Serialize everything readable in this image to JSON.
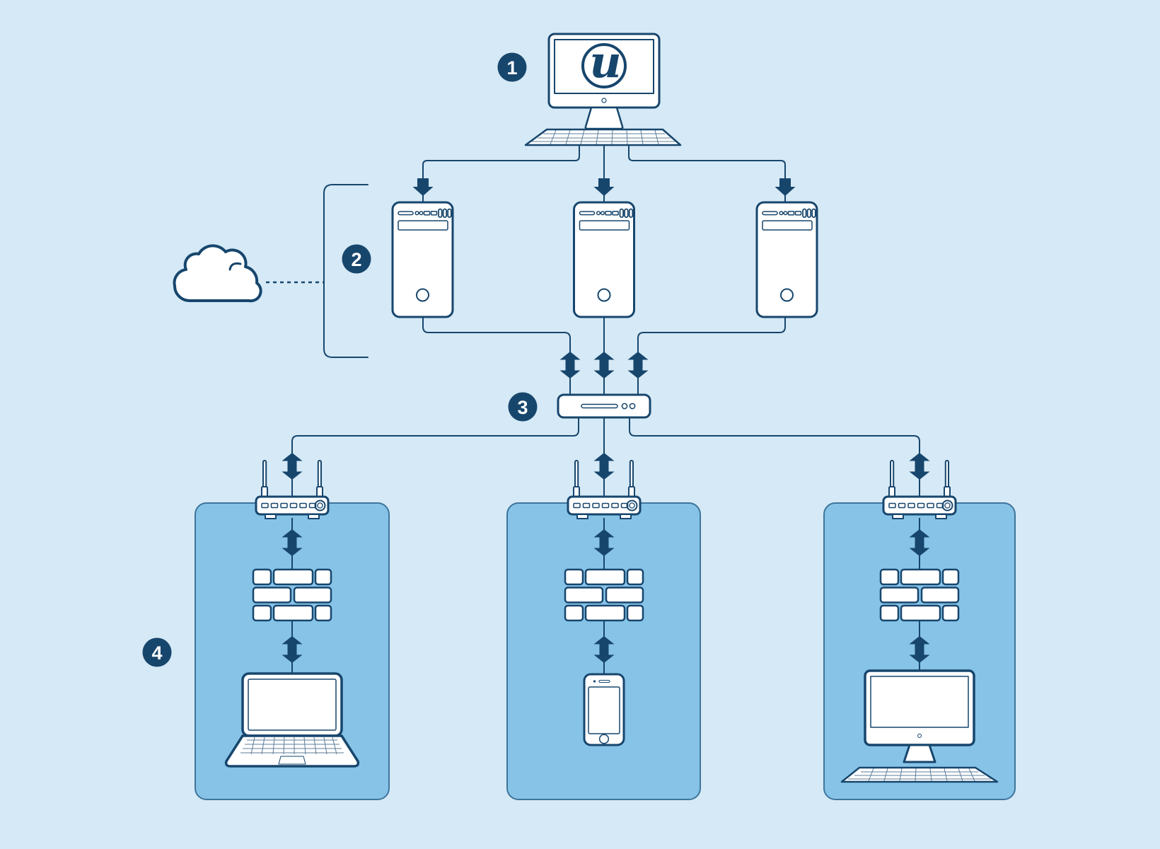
{
  "colors": {
    "background": "#d5e9f6",
    "panel": "#87c3e6",
    "panel_border": "#3f759c",
    "ink": "#17466d",
    "device_fill": "#ffffff"
  },
  "workstation": {
    "logo_glyph": "u"
  },
  "badges": [
    {
      "number": "1"
    },
    {
      "number": "2"
    },
    {
      "number": "3"
    },
    {
      "number": "4"
    }
  ],
  "icons": [
    "workstation-icon",
    "unreal-logo-icon",
    "cloud-icon",
    "server-icon",
    "switch-icon",
    "wireless-router-icon",
    "firewall-icon",
    "laptop-icon",
    "smartphone-icon",
    "desktop-icon",
    "down-arrow-icon",
    "double-arrow-icon"
  ]
}
